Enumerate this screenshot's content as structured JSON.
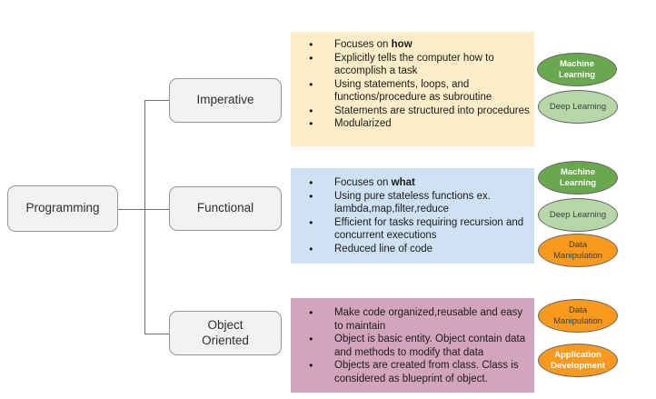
{
  "root": {
    "label": "Programming"
  },
  "branches": [
    {
      "label": "Imperative",
      "panel_color": "#fdeec9",
      "bullets": [
        {
          "pre": "Focuses on ",
          "bold": "how"
        },
        {
          "pre": "Explicitly tells the computer how to accomplish a task",
          "bold": ""
        },
        {
          "pre": "Using statements, loops, and functions/procedure as subroutine",
          "bold": ""
        },
        {
          "pre": "Statements are structured into procedures",
          "bold": ""
        },
        {
          "pre": "Modularized",
          "bold": ""
        }
      ],
      "tags": [
        {
          "label": "Machine Learning",
          "bg": "#6aa84f",
          "fg": "#ffffff"
        },
        {
          "label": "Deep Learning",
          "bg": "#b6d7a8",
          "fg": "#3f3f3f"
        }
      ]
    },
    {
      "label": "Functional",
      "panel_color": "#cfe2f3",
      "bullets": [
        {
          "pre": "Focuses on ",
          "bold": "what"
        },
        {
          "pre": "Using pure stateless functions ex. lambda,map,filter,reduce",
          "bold": ""
        },
        {
          "pre": "Efficient for tasks requiring recursion and concurrent executions",
          "bold": ""
        },
        {
          "pre": "Reduced line of code",
          "bold": ""
        }
      ],
      "tags": [
        {
          "label": "Machine Learning",
          "bg": "#6aa84f",
          "fg": "#ffffff"
        },
        {
          "label": "Deep Learning",
          "bg": "#b6d7a8",
          "fg": "#3f3f3f"
        },
        {
          "label": "Data Manipulation",
          "bg": "#f9991d",
          "fg": "#3d3d3d"
        }
      ]
    },
    {
      "label": "Object Oriented",
      "panel_color": "#d3a5bd",
      "bullets": [
        {
          "pre": "Make code organized,reusable and easy to maintain",
          "bold": ""
        },
        {
          "pre": "Object is basic entity. Object contain data and methods to modify that data",
          "bold": ""
        },
        {
          "pre": "Objects are created from class. Class is considered as blueprint of object.",
          "bold": ""
        }
      ],
      "tags": [
        {
          "label": "Data Manipulation",
          "bg": "#f9991d",
          "fg": "#3d3d3d"
        },
        {
          "label": "Application Development",
          "bg": "#f9991d",
          "fg": "#ffffff"
        }
      ]
    }
  ],
  "palette": {
    "node_fill": "#f2f2f2",
    "node_border": "#979797",
    "connector": "#6e6e6e",
    "tag_green_dark": "#6aa84f",
    "tag_green_light": "#b6d7a8",
    "tag_orange": "#f9991d"
  }
}
